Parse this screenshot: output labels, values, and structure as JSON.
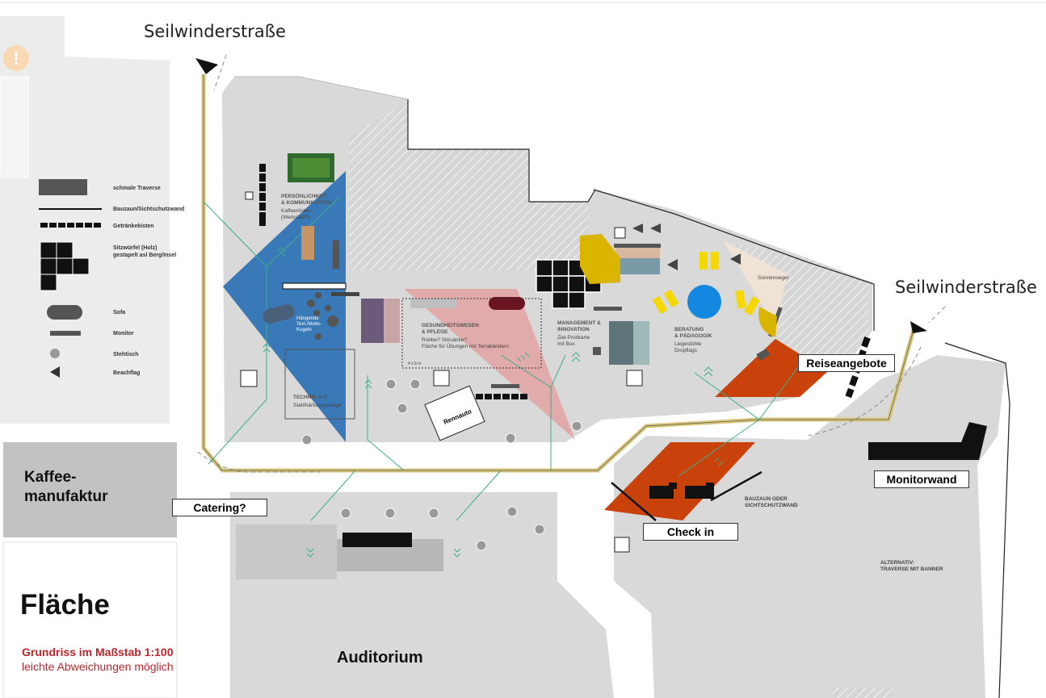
{
  "streets": {
    "top": "Seilwinderstraße",
    "right": "Seilwinderstraße"
  },
  "buildings": {
    "kaffee": "Kaffee-\nmanufaktur",
    "auditorium": "Auditorium"
  },
  "labels": {
    "catering": "Catering?",
    "reiseangebote": "Reiseangebote",
    "monitorwand": "Monitorwand",
    "checkin": "Check in",
    "rennauto": "Rennauto",
    "bauzaun": "BAUZAUN ODER\nSICHTSCHUTZWAND",
    "alternativ": "ALTERNATIV:\nTRAVERSE MIT BANNER",
    "sonnensegel": "Sonnensegel",
    "size": "4 x 8 m",
    "kugeln": "Hängende\nText-/Motiv-\nKugeln"
  },
  "zones": {
    "persoenlichkeit": {
      "title": "PERSÖNLICHKEIT\n& KOMMUNIKATION",
      "sub": "Kaffeerösten\n(Werkstatt?)"
    },
    "gesundheit": {
      "title": "GESUNDHEITSWESEN\n& PFLEGE",
      "sub": "Robbe? Sitzsäcke?\nFläche für Übungen mit Terrabändern"
    },
    "management": {
      "title": "MANAGEMENT &\nINNOVATION",
      "sub": "Ziel-Postkarte\nmit Box"
    },
    "beratung": {
      "title": "BERATUNG\n& PÄDAGOGIK",
      "sub": "Liegestühle\nDropflags"
    },
    "technik": {
      "title": "TECHNIK & IT",
      "sub": "Stahlhärtungsanlage"
    }
  },
  "legend": [
    {
      "icon": "traverse",
      "label": "schmale Traverse"
    },
    {
      "icon": "wall",
      "label": "Bauzaun/Sichtschutzwand"
    },
    {
      "icon": "crates",
      "label": "Getränkekisten"
    },
    {
      "icon": "cubes",
      "label": "Sitzwürfel (Holz)\ngestapelt asl Berg/Insel"
    },
    {
      "icon": "sofa",
      "label": "Sofa"
    },
    {
      "icon": "monitor",
      "label": "Monitor"
    },
    {
      "icon": "table",
      "label": "Stehtisch"
    },
    {
      "icon": "beachflag",
      "label": "Beachflag"
    }
  ],
  "title": {
    "main": "Fläche",
    "sub1": "Grundriss im Maßstab 1:100",
    "sub2": "leichte Abweichungen möglich"
  },
  "colors": {
    "blue": "#3a79b7",
    "pink": "#e3a2a2",
    "orange": "#c9420c",
    "yellow": "#d9b500",
    "path": "#d9c67a",
    "green": "#3cae8a",
    "circle": "#1488e0",
    "ground": "#d9d9d9"
  }
}
